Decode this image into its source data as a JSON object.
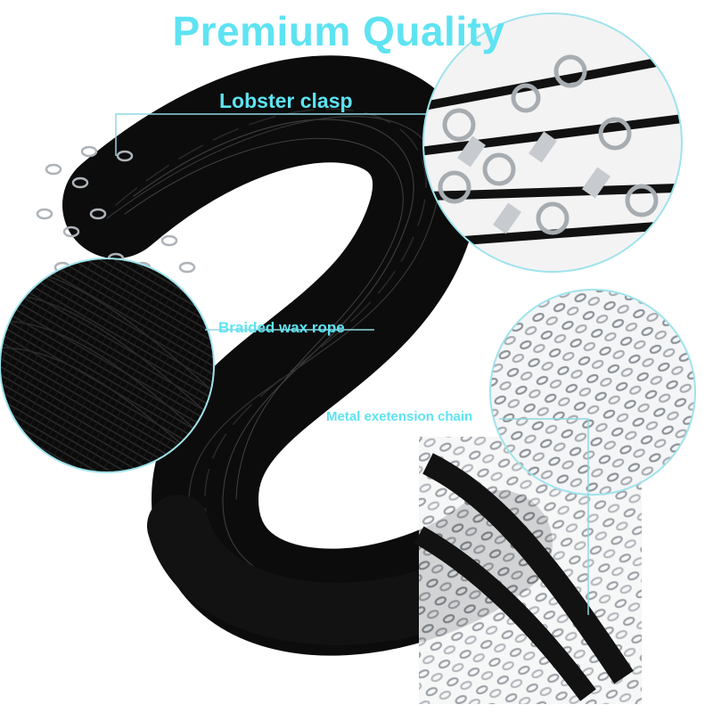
{
  "title": "Premium Quality",
  "callouts": {
    "clasp": "Lobster clasp",
    "rope": "Braided wax rope",
    "chain": "Metal exetension chain"
  },
  "colors": {
    "accent": "#5ee3f2",
    "leader": "#8fd8e2",
    "cord": "#141414",
    "metal": "#b4b8bd"
  }
}
